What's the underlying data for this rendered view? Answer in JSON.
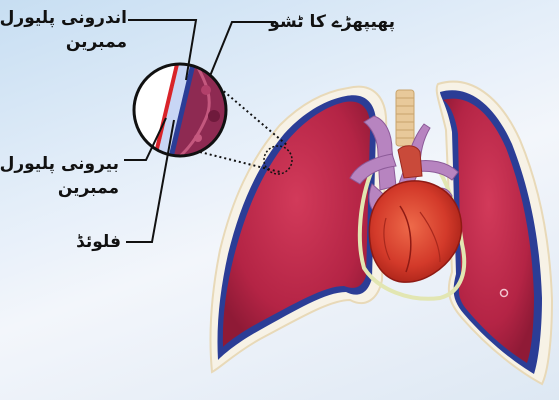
{
  "labels": {
    "inner_membrane": [
      "اندرونی پلیورل",
      "ممبرین"
    ],
    "lung_tissue": "پھیپھڑے کا ٹشو",
    "outer_membrane": [
      "بیرونی پلیورل",
      "ممبرین"
    ],
    "fluid": "فلوئڈ"
  },
  "colors": {
    "lung": "#c12a4a",
    "lung_dark": "#8e1b37",
    "membrane_outer": "#f6f1e6",
    "membrane_inner": "#2e3f9a",
    "heart": "#d63a2c",
    "vessels": "#b784c0",
    "trachea": "#e8c99a"
  }
}
